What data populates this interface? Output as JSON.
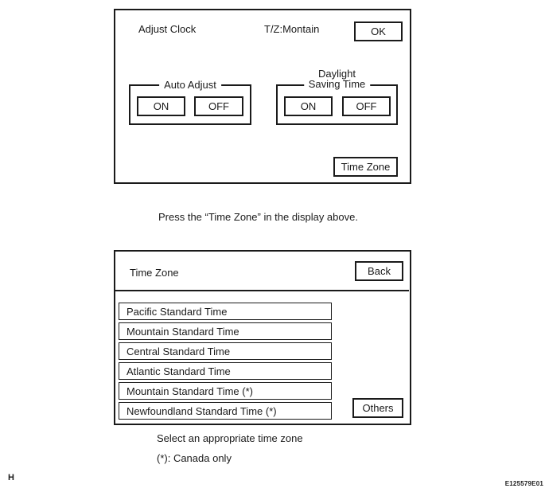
{
  "adjust_clock_screen": {
    "title": "Adjust Clock",
    "tz_status": "T/Z:Montain",
    "ok_button": "OK",
    "auto_adjust_group": {
      "legend": "Auto Adjust",
      "on_button": "ON",
      "off_button": "OFF"
    },
    "dst_group": {
      "legend_line1": "Daylight",
      "legend_line2": "Saving Time",
      "on_button": "ON",
      "off_button": "OFF"
    },
    "time_zone_button": "Time Zone"
  },
  "caption_press": "Press the “Time Zone” in the display above.",
  "time_zone_screen": {
    "title": "Time Zone",
    "back_button": "Back",
    "zones": [
      "Pacific Standard Time",
      "Mountain Standard Time",
      "Central Standard Time",
      "Atlantic Standard Time",
      "Mountain Standard Time (*)",
      "Newfoundland Standard Time (*)"
    ],
    "others_button": "Others"
  },
  "caption_select": "Select an appropriate time zone",
  "caption_note": "(*): Canada only",
  "footer_letter": "H",
  "figure_code": "E125579E01",
  "colors": {
    "ink": "#1a1a1a",
    "background": "#ffffff"
  }
}
